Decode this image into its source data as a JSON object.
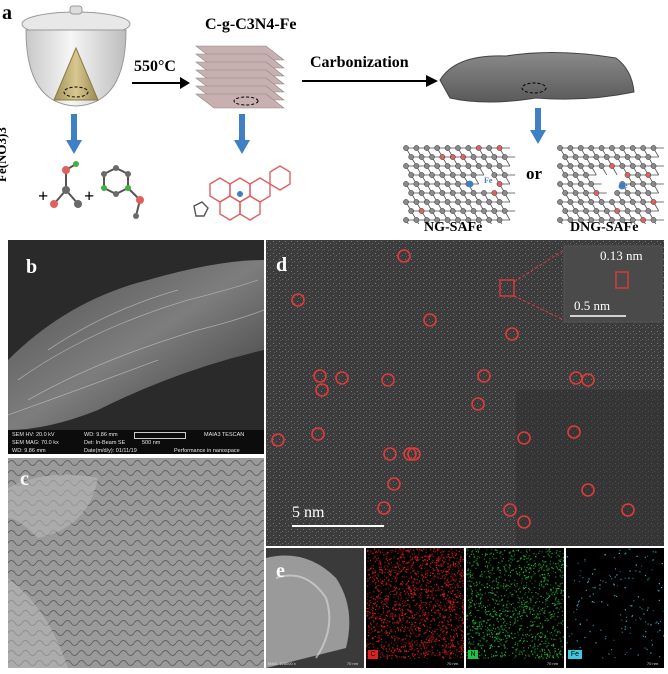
{
  "panels": {
    "a": {
      "letter": "a",
      "step1_label": "550°C",
      "product_label": "C-g-C3N4-Fe",
      "step2_label": "Carbonization",
      "precursor_label": "Fe(NO3)3",
      "plus": "+",
      "or_label": "or",
      "left_model_label": "NG-SAFe",
      "right_model_label": "DNG-SAFe",
      "fe_label": "Fe"
    },
    "b": {
      "letter": "b",
      "sem_info": {
        "hv": "SEM HV: 20.0 kV",
        "wd1": "WD: 9.86 mm",
        "brand": "MAIA3 TESCAN",
        "mag": "SEM MAG: 70.0 kx",
        "det": "Det: In-Beam SE",
        "scale": "500 nm",
        "wd2": "WD: 9.86 mm",
        "date": "Date(m/d/y): 01/11/19",
        "tagline": "Performance in nanospace"
      }
    },
    "c": {
      "letter": "c"
    },
    "d": {
      "letter": "d",
      "inset_label": "0.13 nm",
      "inset_scale": "0.5 nm",
      "scale_label": "5 nm"
    },
    "e": {
      "letter": "e",
      "maps": [
        {
          "element": "C",
          "color": "#e02020"
        },
        {
          "element": "N",
          "color": "#20c040"
        },
        {
          "element": "Fe",
          "color": "#40c8e0"
        }
      ],
      "scale_text": "70 nm",
      "corner_text": "MAG: 128000 x"
    }
  },
  "colors": {
    "arrow_blue": "#3f7fc4",
    "marker_red": "#e03a3a",
    "atom_red": "#e06060",
    "atom_gray": "#6a6a6a"
  }
}
